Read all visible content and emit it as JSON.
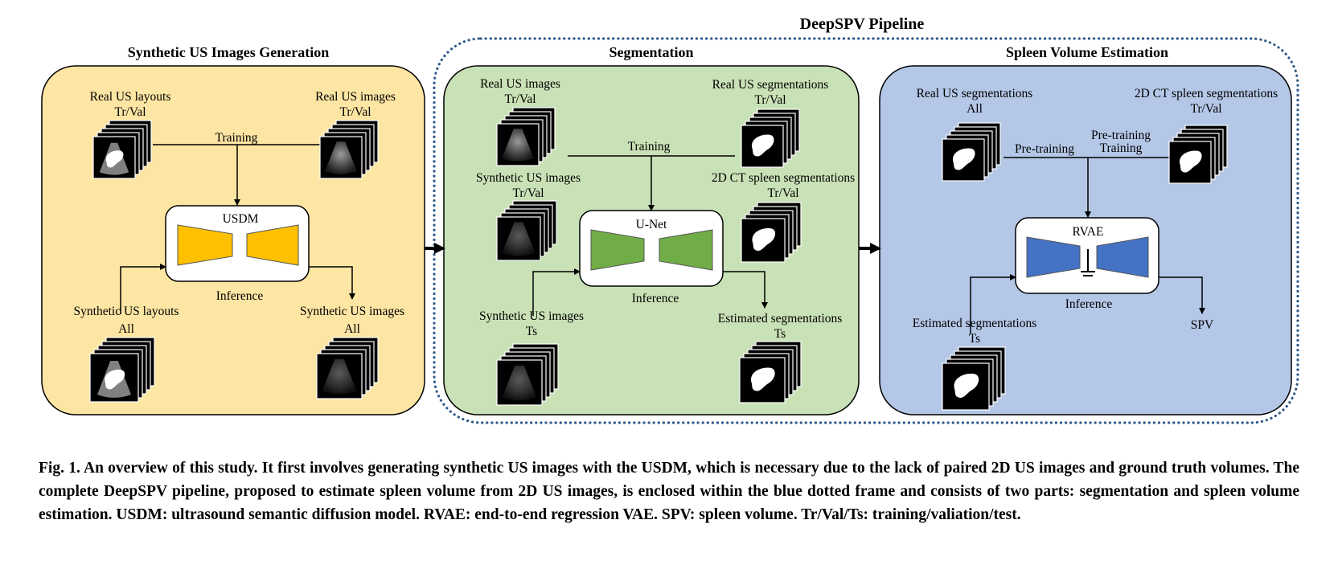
{
  "pipeline_title": "DeepSPV Pipeline",
  "sections": {
    "generation": {
      "title": "Synthetic US Images Generation",
      "real_layouts": [
        "Real US layouts",
        "Tr/Val"
      ],
      "real_images": [
        "Real US images",
        "Tr/Val"
      ],
      "training": "Training",
      "model": "USDM",
      "inference": "Inference",
      "syn_layouts": [
        "Synthetic US layouts",
        "All"
      ],
      "syn_images": [
        "Synthetic US images",
        "All"
      ]
    },
    "segmentation": {
      "title": "Segmentation",
      "real_images": [
        "Real US images",
        "Tr/Val"
      ],
      "real_segs": [
        "Real US segmentations",
        "Tr/Val"
      ],
      "syn_images_trval": [
        "Synthetic US images",
        "Tr/Val"
      ],
      "ct_segs": [
        "2D CT spleen segmentations",
        "Tr/Val"
      ],
      "training": "Training",
      "model": "U-Net",
      "inference": "Inference",
      "syn_images_ts": [
        "Synthetic US images",
        "Ts"
      ],
      "est_segs": [
        "Estimated segmentations",
        "Ts"
      ]
    },
    "volume": {
      "title": "Spleen Volume Estimation",
      "real_segs": [
        "Real US segmentations",
        "All"
      ],
      "ct_segs": [
        "2D CT spleen segmentations",
        "Tr/Val"
      ],
      "pretraining": "Pre-training",
      "pretraining_training": [
        "Pre-training",
        "Training"
      ],
      "model": "RVAE",
      "inference": "Inference",
      "est_segs": [
        "Estimated segmentations",
        "Ts"
      ],
      "output": "SPV"
    }
  },
  "colors": {
    "generation_bg": "#fde5a3",
    "segmentation_bg": "#c9e1b6",
    "volume_bg": "#b4c7e7",
    "usdm_trapezoid": "#ffc000",
    "unet_trapezoid": "#70ad47",
    "rvae_trapezoid": "#4472c4",
    "dotted_frame": "#2e5a8a"
  },
  "caption": "Fig. 1. An overview of this study. It first involves generating synthetic US images with the USDM, which is necessary due to the lack of paired 2D US images and ground truth volumes. The complete DeepSPV pipeline, proposed to estimate spleen volume from 2D US images, is enclosed within the blue dotted frame and consists of two parts: segmentation and spleen volume estimation. USDM: ultrasound semantic diffusion model. RVAE: end-to-end regression VAE. SPV: spleen volume. Tr/Val/Ts: training/valiation/test."
}
